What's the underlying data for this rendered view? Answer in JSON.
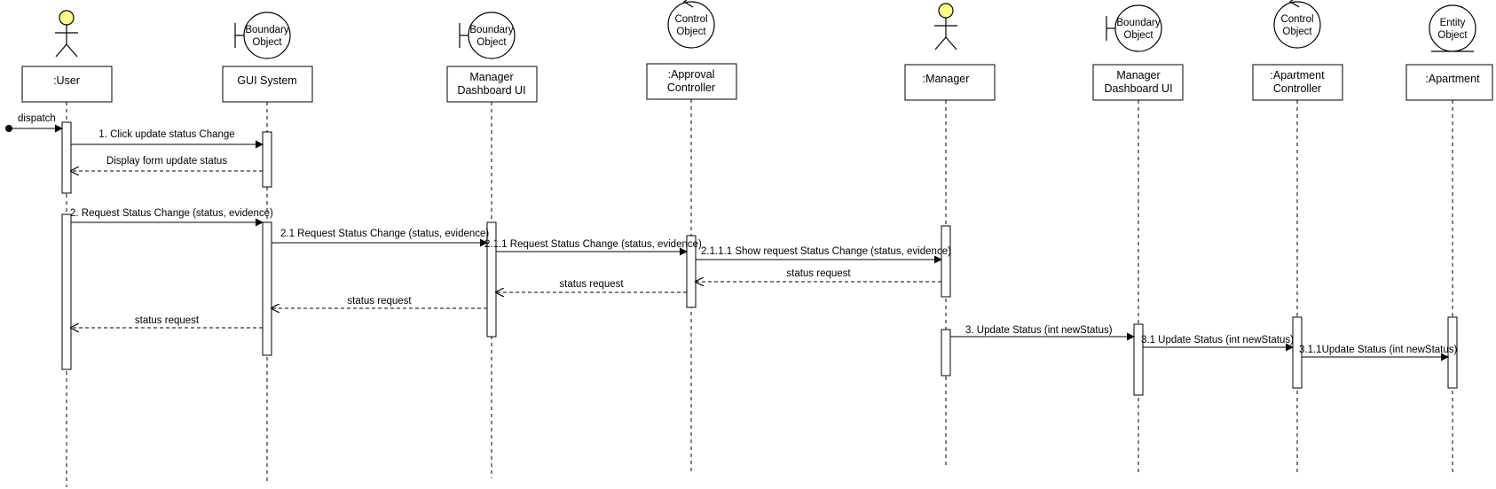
{
  "diagram": {
    "colors": {
      "line": "#000000",
      "box_fill": "#ffffff",
      "actor_head": "#ffff88"
    },
    "participants": [
      {
        "id": "user",
        "kind": "actor",
        "label": ":User",
        "icon_lines": []
      },
      {
        "id": "gui",
        "kind": "boundary",
        "label": "GUI System",
        "icon_lines": [
          "Boundary",
          "Object"
        ]
      },
      {
        "id": "mdui1",
        "kind": "boundary",
        "label": "Manager\nDashboard UI",
        "icon_lines": [
          "Boundary",
          "Object"
        ]
      },
      {
        "id": "approval",
        "kind": "control",
        "label": ":Approval\nController",
        "icon_lines": [
          "Control",
          "Object"
        ]
      },
      {
        "id": "manager",
        "kind": "actor",
        "label": ":Manager",
        "icon_lines": []
      },
      {
        "id": "mdui2",
        "kind": "boundary",
        "label": "Manager\nDashboard UI",
        "icon_lines": [
          "Boundary",
          "Object"
        ]
      },
      {
        "id": "aptctl",
        "kind": "control",
        "label": ":Apartment\nController",
        "icon_lines": [
          "Control",
          "Object"
        ]
      },
      {
        "id": "apt",
        "kind": "entity",
        "label": ":Apartment",
        "icon_lines": [
          "Entity",
          "Object"
        ]
      }
    ],
    "messages": [
      {
        "label": "dispatch",
        "from": "found",
        "to": "user",
        "type": "sync"
      },
      {
        "label": "1. Click update status Change",
        "from": "user",
        "to": "gui",
        "type": "sync"
      },
      {
        "label": "Display form update status",
        "from": "gui",
        "to": "user",
        "type": "return"
      },
      {
        "label": "2. Request Status Change (status, evidence)",
        "from": "user",
        "to": "gui",
        "type": "sync"
      },
      {
        "label": "2.1 Request Status Change (status, evidence)",
        "from": "gui",
        "to": "mdui1",
        "type": "sync"
      },
      {
        "label": "2.1.1 Request Status Change (status, evidence)",
        "from": "mdui1",
        "to": "approval",
        "type": "sync"
      },
      {
        "label": "2.1.1.1 Show request Status Change (status, evidence)",
        "from": "approval",
        "to": "manager",
        "type": "sync"
      },
      {
        "label": "status request",
        "from": "manager",
        "to": "approval",
        "type": "return"
      },
      {
        "label": "status request",
        "from": "approval",
        "to": "mdui1",
        "type": "return"
      },
      {
        "label": "status request",
        "from": "mdui1",
        "to": "gui",
        "type": "return"
      },
      {
        "label": "status request",
        "from": "gui",
        "to": "user",
        "type": "return"
      },
      {
        "label": "3. Update Status (int newStatus)",
        "from": "manager",
        "to": "mdui2",
        "type": "sync"
      },
      {
        "label": "3.1 Update Status (int newStatus)",
        "from": "mdui2",
        "to": "aptctl",
        "type": "sync"
      },
      {
        "label": "3.1.1Update Status (int newStatus)",
        "from": "aptctl",
        "to": "apt",
        "type": "sync"
      }
    ]
  }
}
